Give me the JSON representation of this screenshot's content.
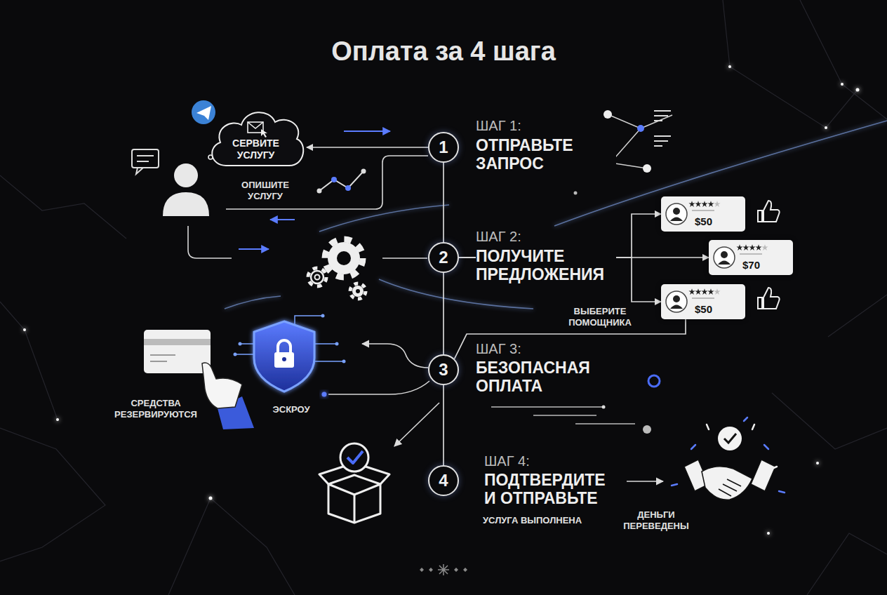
{
  "diagram": {
    "title": "Оплата за 4 шага",
    "nodes": [
      {
        "text": [
          "СЕРВИТЕ УСЛУГУ"
        ]
      },
      {
        "text": [
          "1"
        ]
      },
      {
        "text": [
          "2"
        ]
      },
      {
        "text": [
          "$50"
        ]
      },
      {
        "text": [
          "$70"
        ]
      },
      {
        "text": [
          "$50"
        ]
      },
      {
        "text": [
          "3"
        ]
      },
      {
        "text": [
          "4"
        ]
      }
    ],
    "edges": [
      {
        "from": 1,
        "to": 0,
        "arrow": "to"
      },
      {
        "from": 1,
        "to": 2,
        "arrow": "none"
      },
      {
        "from": 2,
        "to": 6,
        "arrow": "none"
      },
      {
        "from": 6,
        "to": 7,
        "arrow": "none"
      },
      {
        "from": 2,
        "to": 3,
        "arrow": "to"
      },
      {
        "from": 2,
        "to": 4,
        "arrow": "to"
      },
      {
        "from": 2,
        "to": 5,
        "arrow": "to"
      },
      {
        "from": 5,
        "to": 6,
        "arrow": "none"
      }
    ],
    "labels": [
      "ОПИШИТЕ УСЛУГУ",
      "ШАГ 1:",
      "ОТПРАВЬТЕ ЗАПРОС",
      "ШАГ 2:",
      "ПОЛУЧИТЕ ПРЕДЛОЖЕНИЯ",
      "ВЫБЕРИТЕ ПОМОЩНИКА",
      "ШАГ 3:",
      "БЕЗОПАСНАЯ ОПЛАТА",
      "СРЕДСТВА РЕЗЕРВИРУЮТСЯ",
      "ЭСКРОУ",
      "ШАГ 4:",
      "ПОДТВЕРДИТЕ И ОТПРАВЬТЕ",
      "УСЛУГА ВЫПОЛНЕНА",
      "ДЕНЬГИ ПЕРЕВЕДЕНЫ"
    ]
  }
}
